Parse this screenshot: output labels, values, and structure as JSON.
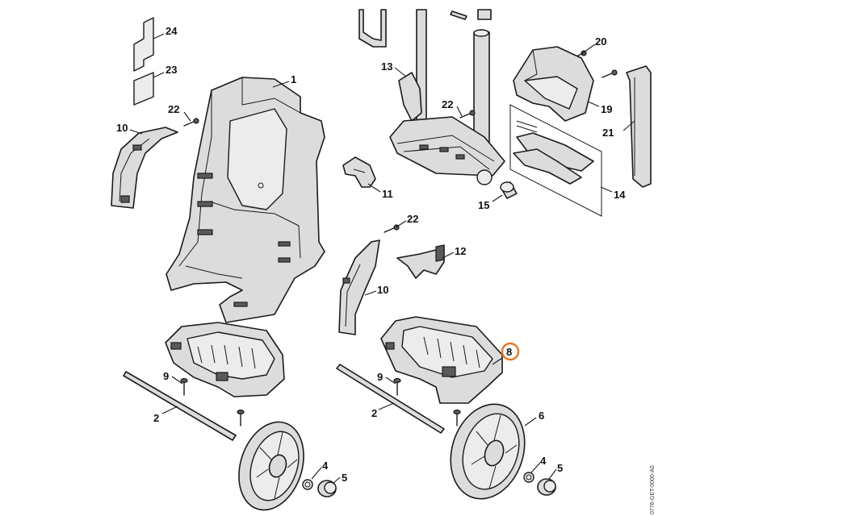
{
  "diagram": {
    "highlighted_callout": "8",
    "highlight_color": "#e87722",
    "document_id": "0776-GET-0000-A0",
    "callouts": [
      {
        "id": "c24",
        "text": "24"
      },
      {
        "id": "c23",
        "text": "23"
      },
      {
        "id": "c1",
        "text": "1"
      },
      {
        "id": "c22a",
        "text": "22"
      },
      {
        "id": "c10a",
        "text": "10"
      },
      {
        "id": "c13",
        "text": "13"
      },
      {
        "id": "c22b",
        "text": "22"
      },
      {
        "id": "c20",
        "text": "20"
      },
      {
        "id": "c19",
        "text": "19"
      },
      {
        "id": "c21",
        "text": "21"
      },
      {
        "id": "c14",
        "text": "14"
      },
      {
        "id": "c15",
        "text": "15"
      },
      {
        "id": "c11",
        "text": "11"
      },
      {
        "id": "c22c",
        "text": "22"
      },
      {
        "id": "c12",
        "text": "12"
      },
      {
        "id": "c10b",
        "text": "10"
      },
      {
        "id": "c8",
        "text": "8"
      },
      {
        "id": "c9a",
        "text": "9"
      },
      {
        "id": "c9b",
        "text": "9"
      },
      {
        "id": "c2a",
        "text": "2"
      },
      {
        "id": "c2b",
        "text": "2"
      },
      {
        "id": "c6",
        "text": "6"
      },
      {
        "id": "c4a",
        "text": "4"
      },
      {
        "id": "c5a",
        "text": "5"
      },
      {
        "id": "c4b",
        "text": "4"
      },
      {
        "id": "c5b",
        "text": "5"
      }
    ]
  }
}
